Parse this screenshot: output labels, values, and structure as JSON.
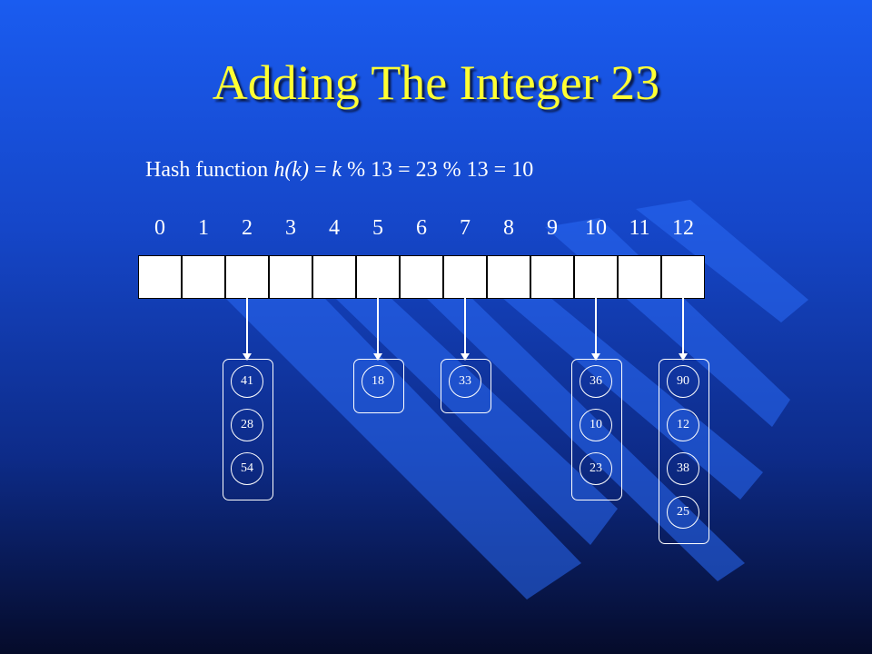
{
  "title": "Adding The Integer 23",
  "hash": {
    "p1": "Hash function ",
    "func": "h(k)",
    "p2": " = ",
    "k": "k",
    "p3": " % 13 = 23 % 13 = 10"
  },
  "indices": [
    "0",
    "1",
    "2",
    "3",
    "4",
    "5",
    "6",
    "7",
    "8",
    "9",
    "10",
    "11",
    "12"
  ],
  "buckets": [
    {
      "index": 2,
      "values": [
        "41",
        "28",
        "54"
      ]
    },
    {
      "index": 5,
      "values": [
        "18"
      ]
    },
    {
      "index": 7,
      "values": [
        "33"
      ]
    },
    {
      "index": 10,
      "values": [
        "36",
        "10",
        "23"
      ]
    },
    {
      "index": 12,
      "values": [
        "90",
        "12",
        "38",
        "25"
      ]
    }
  ],
  "colors": {
    "title": "#ffff33",
    "text": "#ffffff",
    "stripe": "#2c6cf8"
  }
}
